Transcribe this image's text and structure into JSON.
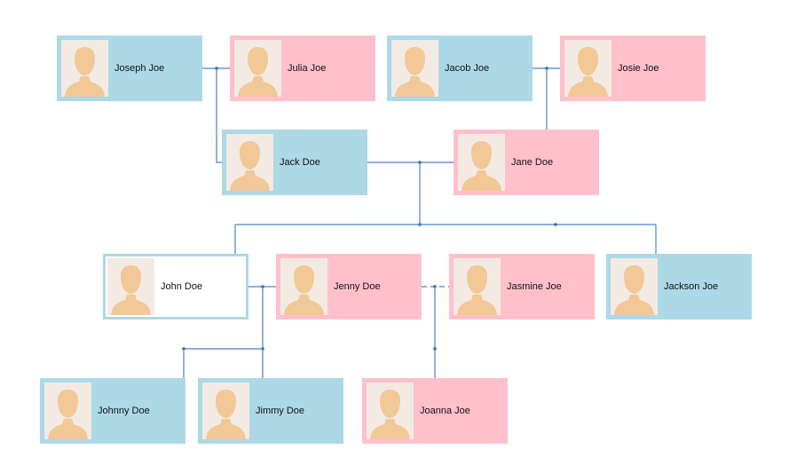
{
  "colors": {
    "male": "#add8e6",
    "female": "#ffc0cb",
    "connector": "#4a7fd4",
    "connector_dot": "#2e7d6e",
    "avatar_bg": "#f3ebe3",
    "avatar_skin": "#f1c896"
  },
  "people": {
    "joseph": "Joseph Joe",
    "julia": "Julia Joe",
    "jacob": "Jacob Joe",
    "josie": "Josie Joe",
    "jack": "Jack Doe",
    "jane": "Jane Doe",
    "john": "John Doe",
    "jenny": "Jenny Doe",
    "jasmine": "Jasmine Joe",
    "jackson": "Jackson Joe",
    "johnny": "Johnny Doe",
    "jimmy": "Jimmy Doe",
    "joanna": "Joanna Joe"
  },
  "avatar_icon": "person-silhouette-icon"
}
